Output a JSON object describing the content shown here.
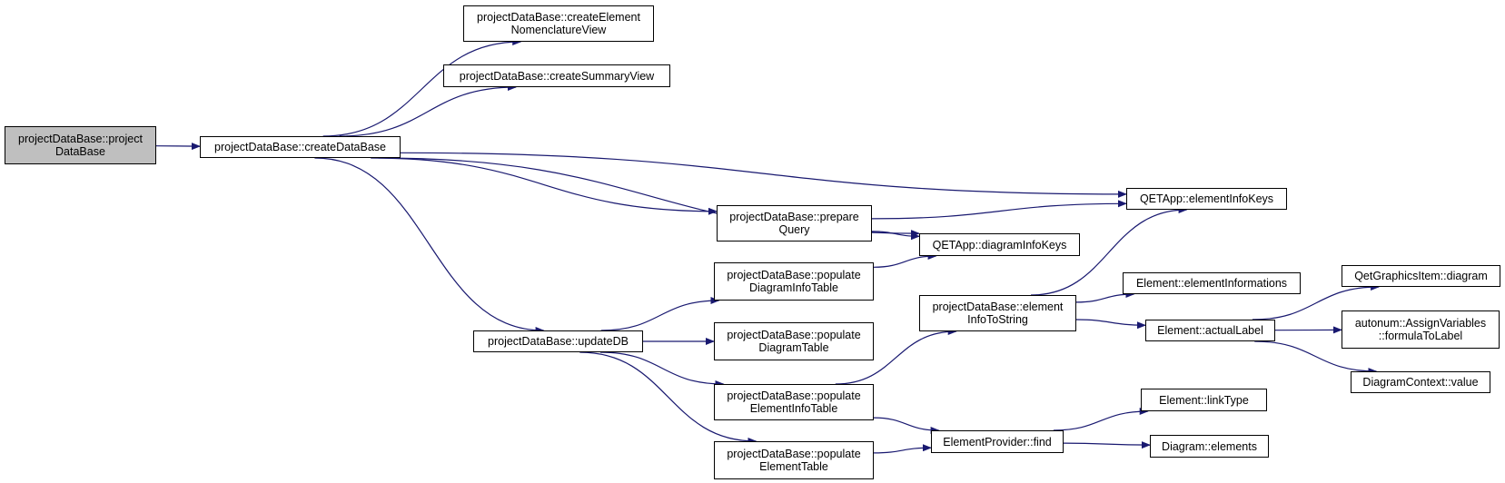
{
  "colors": {
    "edge": "#191970",
    "root_fill": "#bfbfbf",
    "node_fill": "#ffffff",
    "node_border": "#000000"
  },
  "nodes": {
    "root": "projectDataBase::project\nDataBase",
    "createDataBase": "projectDataBase::createDataBase",
    "createNomenclatureView": "projectDataBase::createElement\nNomenclatureView",
    "createSummaryView": "projectDataBase::createSummaryView",
    "prepareQuery": "projectDataBase::prepare\nQuery",
    "elementInfoKeys": "QETApp::elementInfoKeys",
    "diagramInfoKeys": "QETApp::diagramInfoKeys",
    "updateDB": "projectDataBase::updateDB",
    "populateDiagramInfoTable": "projectDataBase::populate\nDiagramInfoTable",
    "populateDiagramTable": "projectDataBase::populate\nDiagramTable",
    "populateElementInfoTable": "projectDataBase::populate\nElementInfoTable",
    "populateElementTable": "projectDataBase::populate\nElementTable",
    "elementInfoToString": "projectDataBase::element\nInfoToString",
    "elementInformations": "Element::elementInformations",
    "actualLabel": "Element::actualLabel",
    "qgiDiagram": "QetGraphicsItem::diagram",
    "formulaToLabel": "autonum::AssignVariables\n::formulaToLabel",
    "diagramContextValue": "DiagramContext::value",
    "elementProviderFind": "ElementProvider::find",
    "linkType": "Element::linkType",
    "diagramElements": "Diagram::elements"
  },
  "edges": [
    [
      "root",
      "createDataBase"
    ],
    [
      "createDataBase",
      "createNomenclatureView"
    ],
    [
      "createDataBase",
      "createSummaryView"
    ],
    [
      "createDataBase",
      "elementInfoKeys"
    ],
    [
      "createDataBase",
      "diagramInfoKeys"
    ],
    [
      "createDataBase",
      "prepareQuery"
    ],
    [
      "createDataBase",
      "updateDB"
    ],
    [
      "prepareQuery",
      "elementInfoKeys"
    ],
    [
      "prepareQuery",
      "diagramInfoKeys"
    ],
    [
      "updateDB",
      "populateDiagramInfoTable"
    ],
    [
      "updateDB",
      "populateDiagramTable"
    ],
    [
      "updateDB",
      "populateElementInfoTable"
    ],
    [
      "updateDB",
      "populateElementTable"
    ],
    [
      "populateDiagramInfoTable",
      "diagramInfoKeys"
    ],
    [
      "populateElementInfoTable",
      "elementInfoToString"
    ],
    [
      "populateElementInfoTable",
      "elementProviderFind"
    ],
    [
      "populateElementTable",
      "elementProviderFind"
    ],
    [
      "elementInfoToString",
      "elementInfoKeys"
    ],
    [
      "elementInfoToString",
      "elementInformations"
    ],
    [
      "elementInfoToString",
      "actualLabel"
    ],
    [
      "actualLabel",
      "qgiDiagram"
    ],
    [
      "actualLabel",
      "formulaToLabel"
    ],
    [
      "actualLabel",
      "diagramContextValue"
    ],
    [
      "elementProviderFind",
      "linkType"
    ],
    [
      "elementProviderFind",
      "diagramElements"
    ]
  ]
}
